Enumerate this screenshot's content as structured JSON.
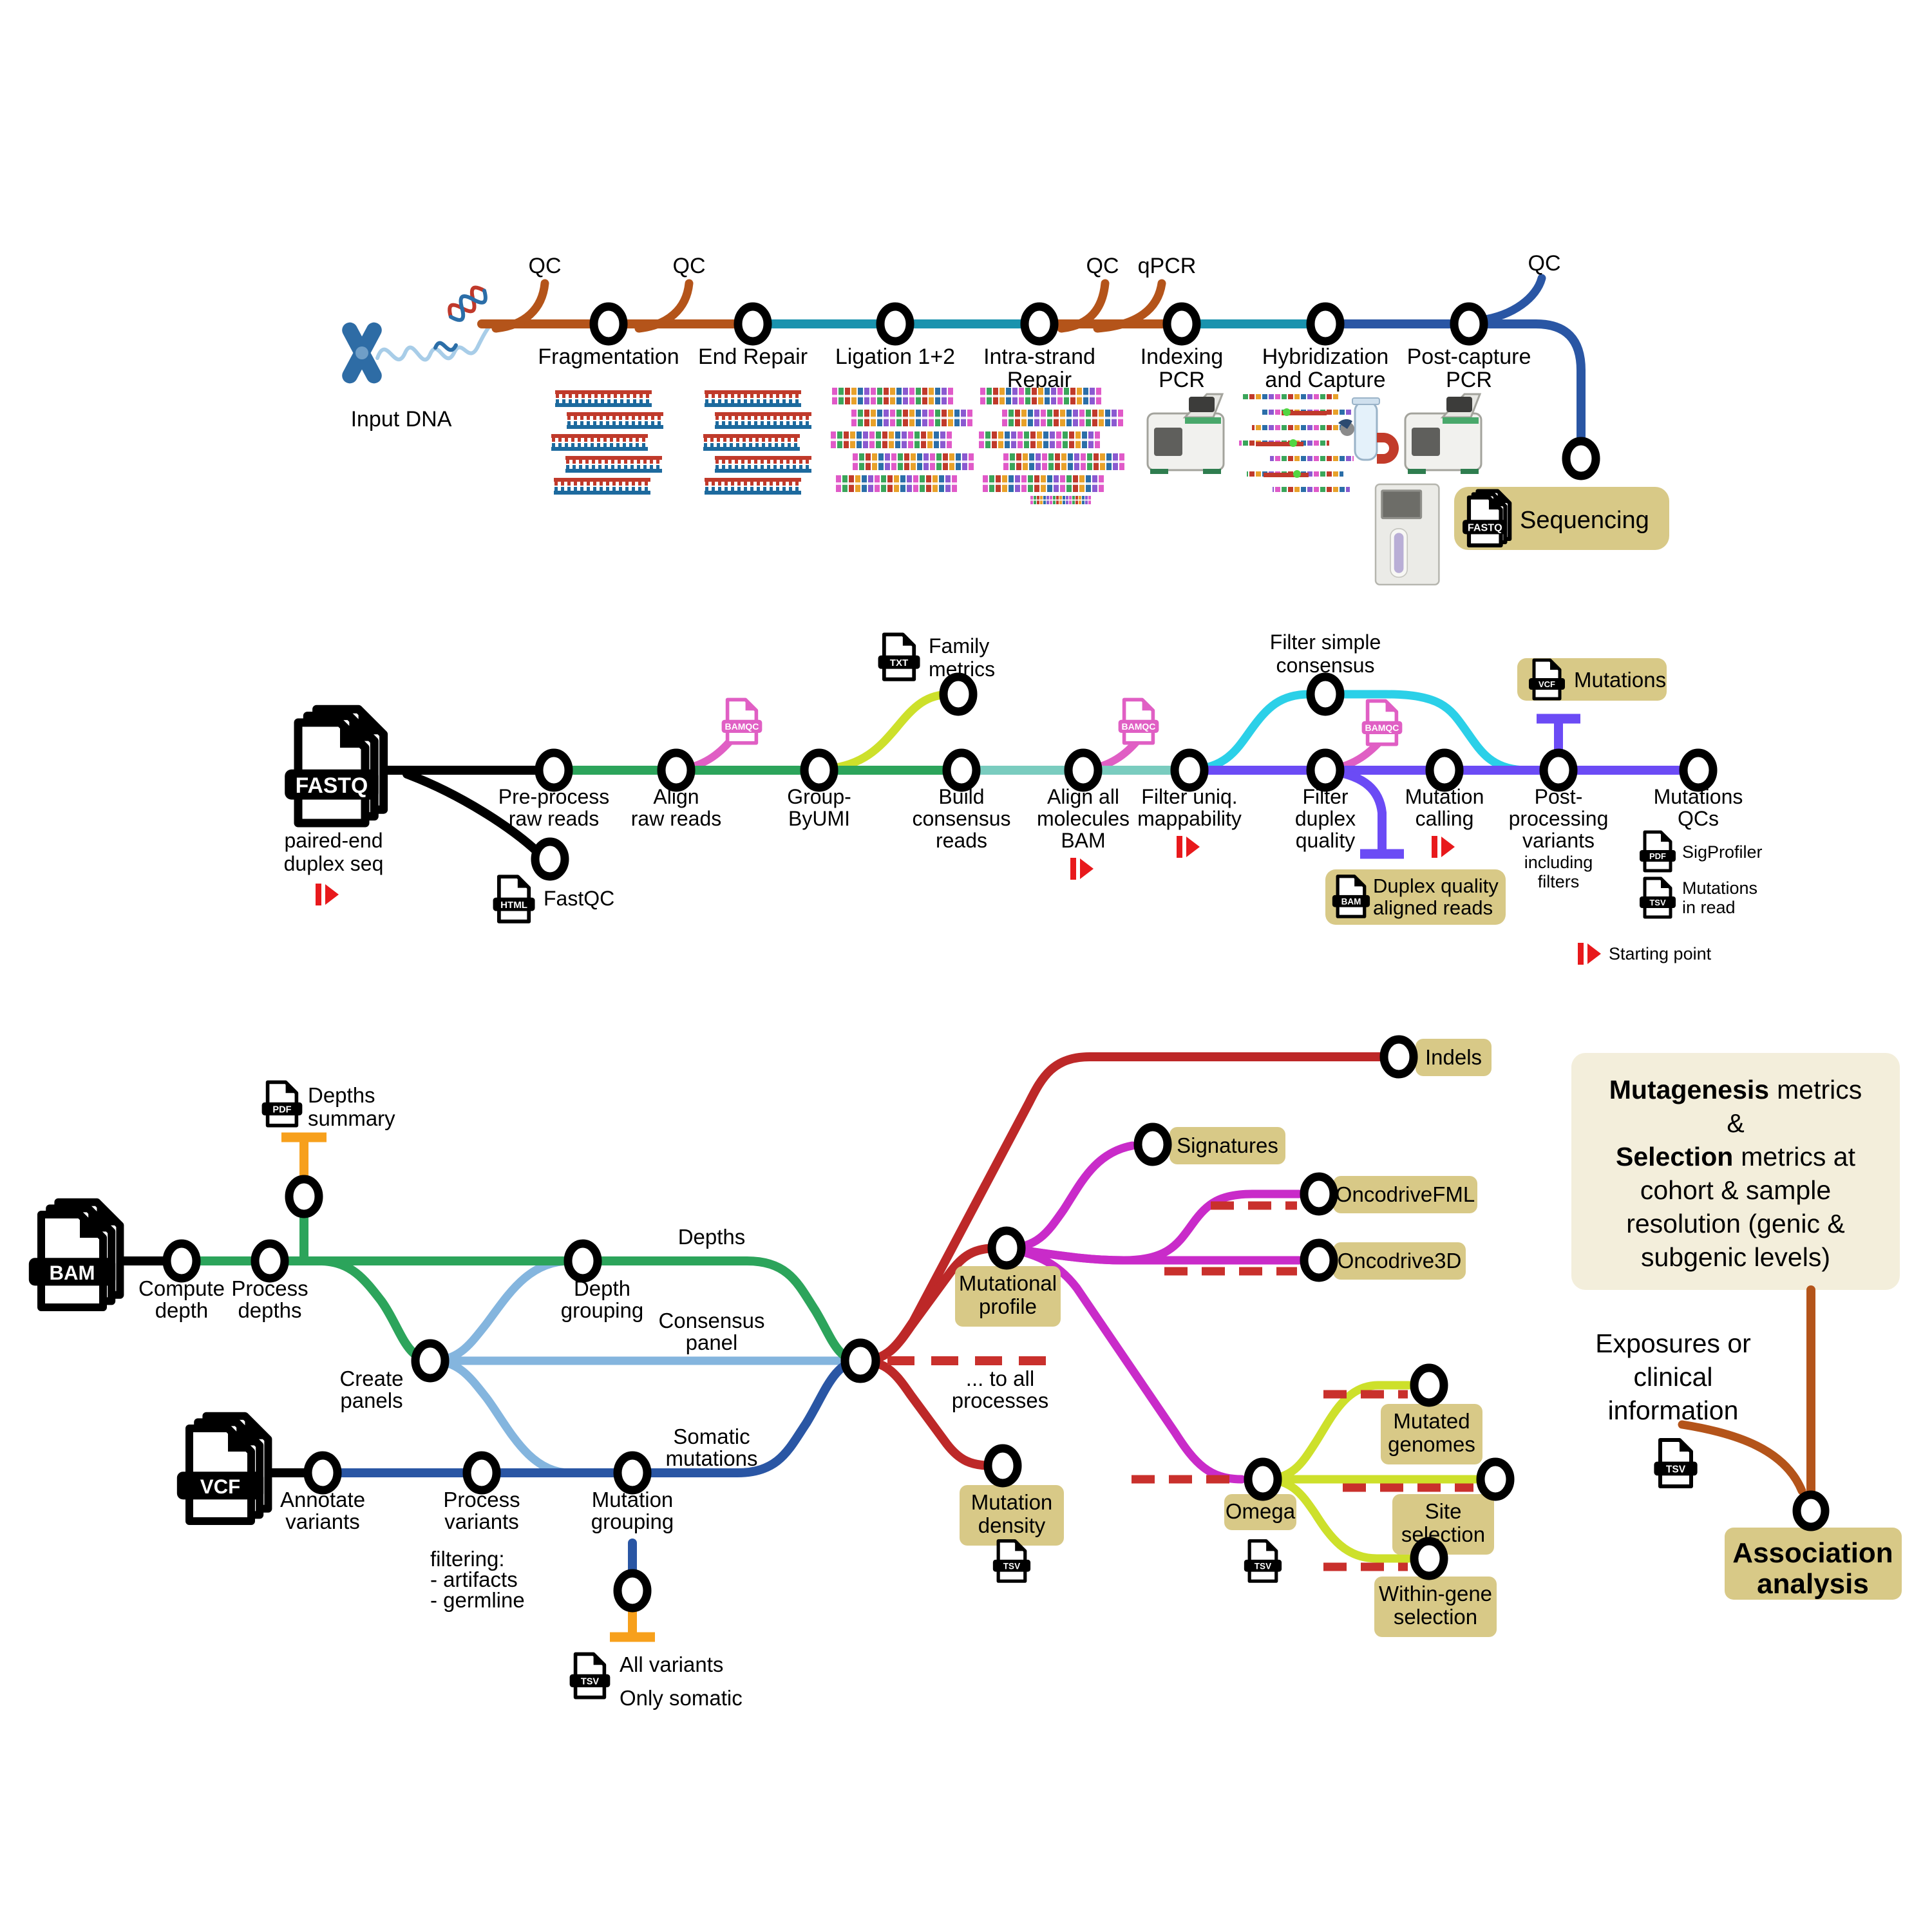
{
  "title": "Duplex sequencing wet-lab and analysis pipeline metro map",
  "colors": {
    "brown": "#b4541a",
    "teal": "#1a93ae",
    "blue_dark": "#2a56a4",
    "black": "#000000",
    "green": "#2ca45b",
    "lime": "#cde02b",
    "seafoam": "#7accbf",
    "pink": "#e05fc4",
    "cyan": "#2bd0e8",
    "purple": "#6b4bf5",
    "magenta": "#c92bc9",
    "red": "#bd2828",
    "red_marker": "#e8191c",
    "orange": "#f7a01c",
    "light_blue": "#84b5de",
    "badge_khaki": "#d8c987",
    "panel_cream": "#f3eedb"
  },
  "top": {
    "input_dna": "Input DNA",
    "qc1": "QC",
    "qc2": "QC",
    "qc3": "QC",
    "qpcr": "qPCR",
    "qc4": "QC",
    "stations": [
      {
        "lines": [
          "Fragmentation"
        ]
      },
      {
        "lines": [
          "End Repair"
        ]
      },
      {
        "lines": [
          "Ligation 1+2"
        ]
      },
      {
        "lines": [
          "Intra-strand",
          "Repair"
        ]
      },
      {
        "lines": [
          "Indexing",
          "PCR"
        ]
      },
      {
        "lines": [
          "Hybridization",
          "and Capture"
        ]
      },
      {
        "lines": [
          "Post-capture",
          "PCR"
        ]
      }
    ],
    "sequencing": {
      "file": "FASTQ",
      "label": "Sequencing"
    }
  },
  "mid": {
    "input": {
      "file": "FASTQ",
      "lines": [
        "paired-end",
        "duplex seq"
      ]
    },
    "fastqc": {
      "file": "HTML",
      "label": "FastQC"
    },
    "bamqc": "BAMQC",
    "family": {
      "file": "TXT",
      "lines": [
        "Family",
        "metrics"
      ]
    },
    "filter_simple": {
      "lines": [
        "Filter simple",
        "consensus"
      ]
    },
    "stations": [
      {
        "lines": [
          "Pre-process",
          "raw reads"
        ]
      },
      {
        "lines": [
          "Align",
          "raw reads"
        ]
      },
      {
        "lines": [
          "Group-",
          "ByUMI"
        ]
      },
      {
        "lines": [
          "Build",
          "consensus",
          "reads"
        ]
      },
      {
        "lines": [
          "Align all",
          "molecules",
          "BAM"
        ]
      },
      {
        "lines": [
          "Filter uniq.",
          "mappability"
        ]
      },
      {
        "lines": [
          "Filter",
          "duplex",
          "quality"
        ]
      },
      {
        "lines": [
          "Mutation",
          "calling"
        ]
      },
      {
        "lines": [
          "Post-",
          "processing",
          "variants"
        ],
        "sub": [
          "including",
          "filters"
        ]
      },
      {
        "lines": [
          "Mutations",
          "QCs"
        ]
      }
    ],
    "mutations_badge": {
      "file": "VCF",
      "label": "Mutations"
    },
    "duplex_badge": {
      "file": "BAM",
      "lines": [
        "Duplex quality",
        "aligned reads"
      ]
    },
    "sigprofiler": {
      "file": "PDF",
      "label": "SigProfiler"
    },
    "mut_in_read": {
      "file": "TSV",
      "lines": [
        "Mutations",
        "in read"
      ]
    },
    "starting_point": "Starting point"
  },
  "bot": {
    "bam_file": "BAM",
    "vcf_file": "VCF",
    "compute_depth": [
      "Compute",
      "depth"
    ],
    "process_depths": [
      "Process",
      "depths"
    ],
    "depths_summary": {
      "file": "PDF",
      "lines": [
        "Depths",
        "summary"
      ]
    },
    "create_panels": [
      "Create",
      "panels"
    ],
    "depth_grouping": [
      "Depth",
      "grouping"
    ],
    "depths_line": "Depths",
    "consensus_panel": [
      "Consensus",
      "panel"
    ],
    "somatic_mutations": [
      "Somatic",
      "mutations"
    ],
    "annotate_variants": [
      "Annotate",
      "variants"
    ],
    "process_variants": [
      "Process",
      "variants"
    ],
    "filtering_note": [
      "filtering:",
      "- artifacts",
      "- germline"
    ],
    "mutation_grouping": [
      "Mutation",
      "grouping"
    ],
    "variants_out": {
      "file": "TSV",
      "all": "All variants",
      "somatic": "Only somatic"
    },
    "to_all": [
      "... to all",
      "processes"
    ],
    "density_file": "TSV",
    "omega_file": "TSV",
    "badges": {
      "indels": "Indels",
      "mutational_profile": [
        "Mutational",
        "profile"
      ],
      "mutation_density": [
        "Mutation",
        "density"
      ],
      "signatures": "Signatures",
      "oncodrivefml": "OncodriveFML",
      "oncodrive3d": "Oncodrive3D",
      "omega": "Omega",
      "mutated_genomes": [
        "Mutated",
        "genomes"
      ],
      "site_selection": [
        "Site",
        "selection"
      ],
      "within_gene": [
        "Within-gene",
        "selection"
      ],
      "association": [
        "Association",
        "analysis"
      ]
    },
    "right": {
      "bold1": "Mutagenesis",
      "rest1": "metrics",
      "line2": "&",
      "bold2": "Selection",
      "rest2": "metrics at",
      "line4": "cohort & sample",
      "line5": "resolution (genic &",
      "line6": "subgenic levels)",
      "exposures": [
        "Exposures or",
        "clinical",
        "information"
      ],
      "exposures_file": "TSV"
    }
  }
}
